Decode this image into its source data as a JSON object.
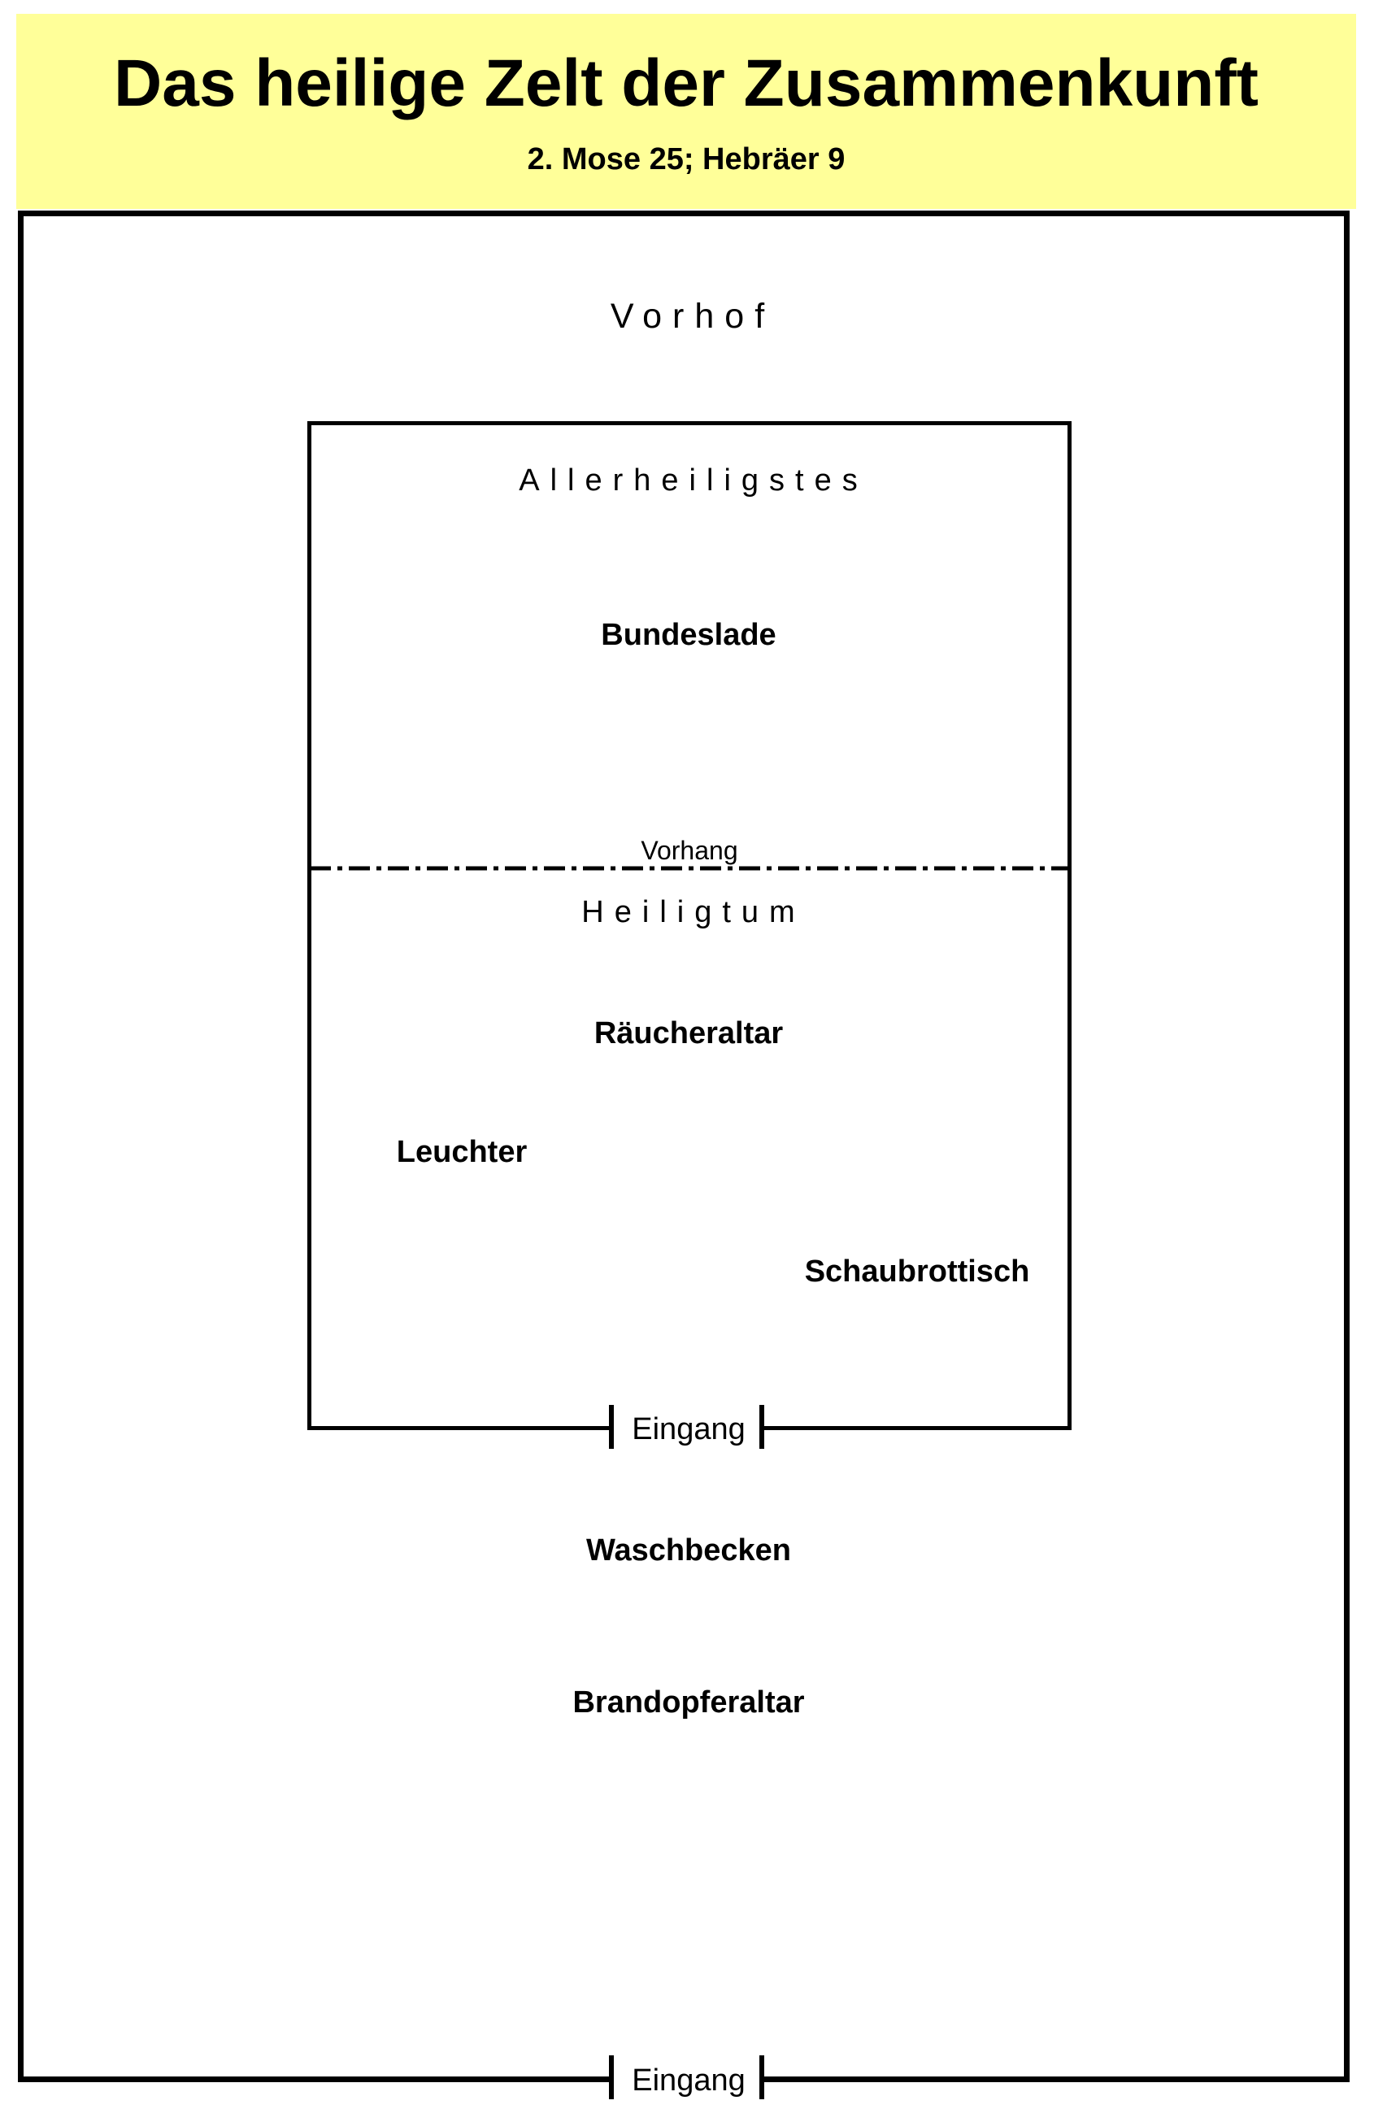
{
  "title": "Das heilige Zelt der Zusammenkunft",
  "subtitle": "2. Mose 25; Hebräer 9",
  "areas": {
    "court": "Vorhof",
    "holy_of_holies": "Allerheiligstes",
    "holy_place": "Heiligtum"
  },
  "curtain_label": "Vorhang",
  "items": {
    "ark": "Bundeslade",
    "incense_altar": "Räucheraltar",
    "lampstand": "Leuchter",
    "showbread_table": "Schaubrottisch",
    "laver": "Waschbecken",
    "burnt_offering_altar": "Brandopferaltar"
  },
  "entrances": {
    "tent": "Eingang",
    "court": "Eingang"
  },
  "colors": {
    "header_background": "#ffff99",
    "lines": "#000000",
    "background": "#ffffff"
  }
}
